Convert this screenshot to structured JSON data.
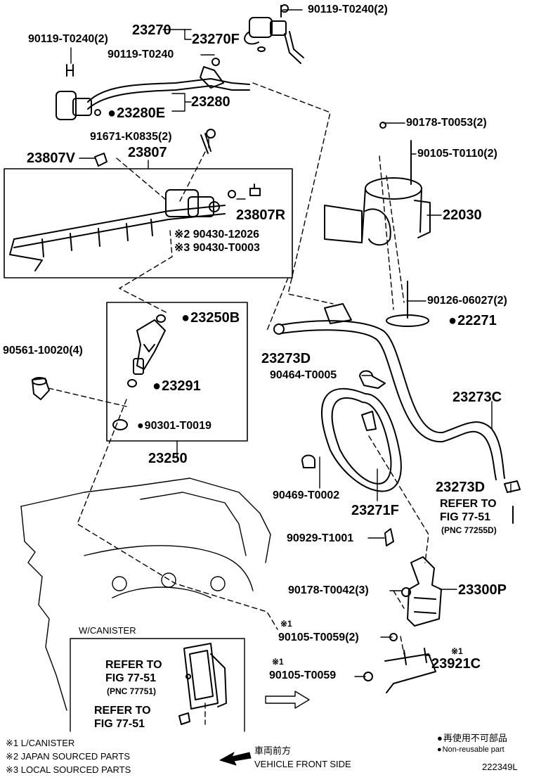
{
  "diagram_code": "222349L",
  "parts": {
    "p_90119_T0240_2_top": "90119-T0240(2)",
    "p_23270": "23270",
    "p_23270F": "23270F",
    "p_90119_T0240_2_left": "90119-T0240(2)",
    "p_90119_T0240": "90119-T0240",
    "p_23280E": "23280E",
    "p_23280": "23280",
    "p_91671_K0835": "91671-K0835(2)",
    "p_23807": "23807",
    "p_23807V": "23807V",
    "p_23807R": "23807R",
    "p_90430_12026": "90430-12026",
    "p_90430_T0003": "90430-T0003",
    "p_23250B": "23250B",
    "p_90561_10020": "90561-10020(4)",
    "p_23291": "23291",
    "p_90301_T0019": "90301-T0019",
    "p_23250": "23250",
    "p_90178_T0053": "90178-T0053(2)",
    "p_90105_T0110": "90105-T0110(2)",
    "p_22030": "22030",
    "p_90126_06027": "90126-06027(2)",
    "p_22271": "22271",
    "p_23273D_top": "23273D",
    "p_90464_T0005": "90464-T0005",
    "p_23273C": "23273C",
    "p_90469_T0002": "90469-T0002",
    "p_23271F": "23271F",
    "p_23273D_bottom": "23273D",
    "p_90929_T1001": "90929-T1001",
    "p_90178_T0042": "90178-T0042(3)",
    "p_23300P": "23300P",
    "p_90105_T0059_2": "90105-T0059(2)",
    "p_90105_T0059": "90105-T0059",
    "p_23921C": "23921C"
  },
  "markers": {
    "m2": "※2",
    "m3": "※3",
    "m1_a": "※1",
    "m1_b": "※1",
    "m1_c": "※1"
  },
  "references": {
    "right_refer": "REFER TO",
    "right_fig": "FIG 77-51",
    "right_pnc": "(PNC 77255D)",
    "canister_title": "W/CANISTER",
    "canister_refer": "REFER TO",
    "canister_fig": "FIG 77-51",
    "canister_pnc": "(PNC 77751)",
    "bottom_refer": "REFER TO",
    "bottom_fig": "FIG 77-51"
  },
  "legend": {
    "note1": "※1 L/CANISTER",
    "note2": "※2 JAPAN SOURCED PARTS",
    "note3": "※3 LOCAL SOURCED PARTS",
    "front_cn": "車両前方",
    "front_en": "VEHICLE FRONT SIDE",
    "nonreuse_cn": "再使用不可部品",
    "nonreuse_en": "Non-reusable part"
  }
}
